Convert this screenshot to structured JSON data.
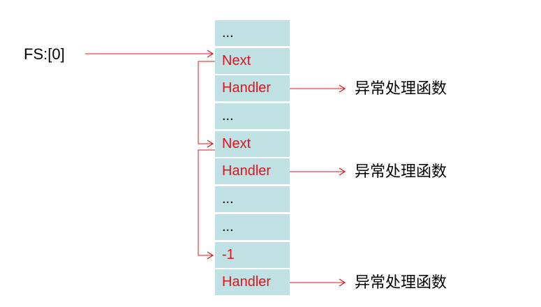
{
  "fs_label": "FS:[0]",
  "colors": {
    "cell_fill": "#bfe1e3",
    "emphasis_text": "#e0141e",
    "normal_text": "#000000",
    "arrow": "#e0141e"
  },
  "stack": [
    {
      "text": "...",
      "emphasis": false
    },
    {
      "text": "Next",
      "emphasis": true
    },
    {
      "text": "Handler",
      "emphasis": true
    },
    {
      "text": "...",
      "emphasis": false
    },
    {
      "text": "Next",
      "emphasis": true
    },
    {
      "text": "Handler",
      "emphasis": true
    },
    {
      "text": "...",
      "emphasis": false
    },
    {
      "text": "...",
      "emphasis": false
    },
    {
      "text": "-1",
      "emphasis": true
    },
    {
      "text": "Handler",
      "emphasis": true
    }
  ],
  "handler_labels": [
    "异常处理函数",
    "异常处理函数",
    "异常处理函数"
  ]
}
